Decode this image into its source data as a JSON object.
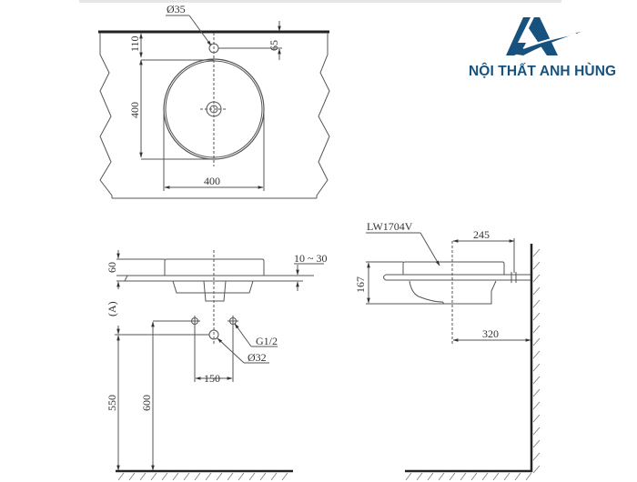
{
  "brand": {
    "name": "NỘI THẤT ANH HÙNG",
    "color": "#16527d",
    "logo_icon": "anh-hung-logo-mountain-a"
  },
  "drawing": {
    "model": "LW1704V",
    "top_view": {
      "tap_hole": "Ø35",
      "tap_offset_from_edge": "110",
      "tap_offset_right": "65",
      "bowl_depth": "400",
      "bowl_width": "400"
    },
    "front_view": {
      "bowl_height": "60",
      "countertop_thickness": "10 ~ 30",
      "countertop_height_label": "(A)",
      "supply_spacing": "150",
      "supply_thread": "G1/2",
      "drain_diameter": "Ø32",
      "drain_height": "550",
      "supply_height": "600"
    },
    "side_view": {
      "total_height": "167",
      "bowl_center_to_wall": "245",
      "drain_to_wall": "320"
    }
  },
  "colors": {
    "line": "#444444",
    "thick_line": "#222222"
  }
}
